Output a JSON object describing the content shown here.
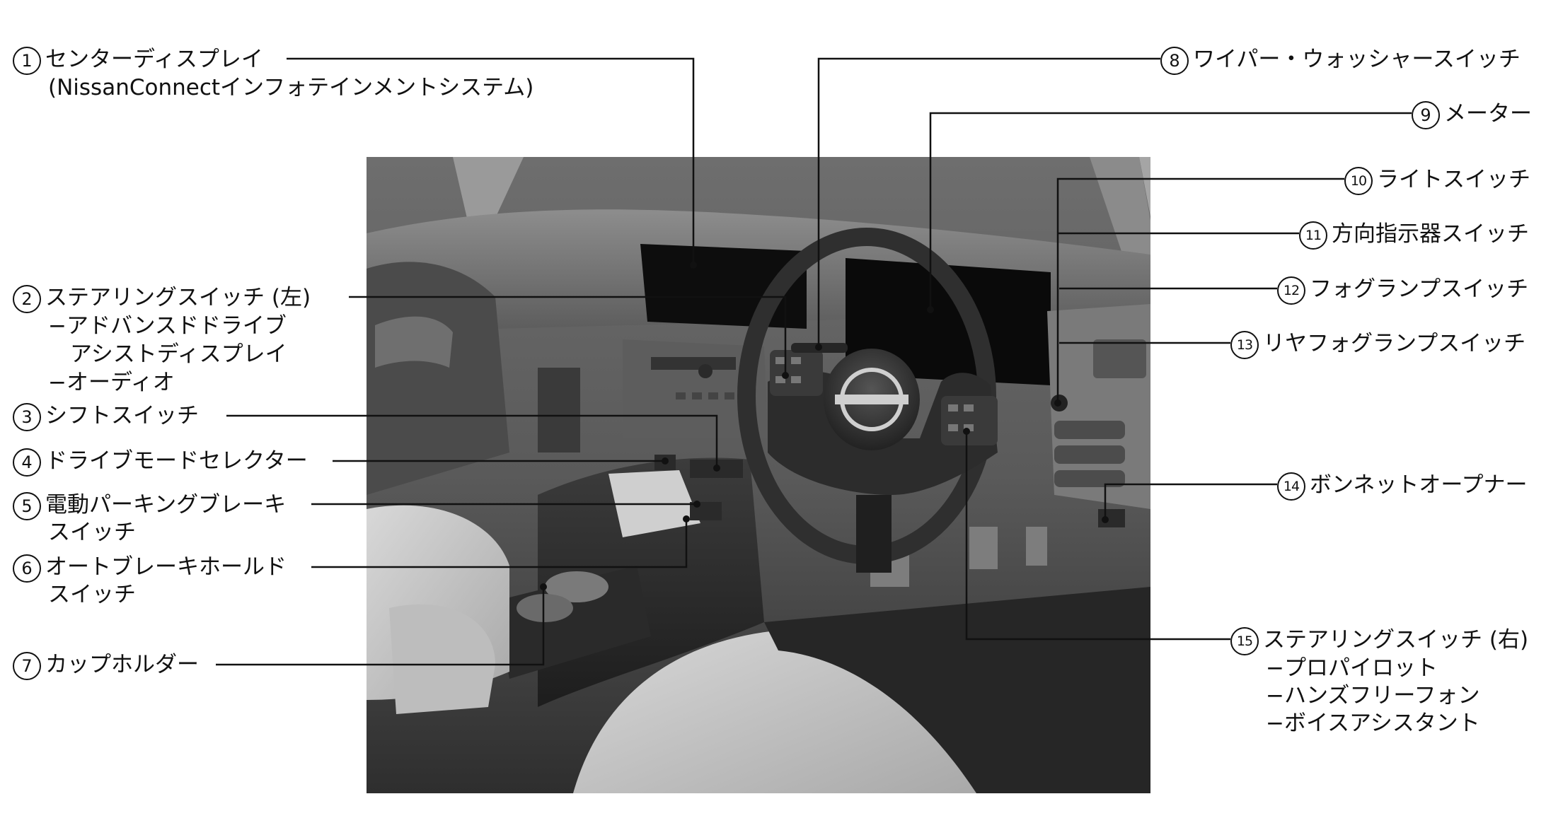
{
  "callouts": [
    {
      "num": "1",
      "lines": [
        "センターディスプレイ",
        "(NissanConnectインフォテインメントシステム)"
      ]
    },
    {
      "num": "2",
      "lines": [
        "ステアリングスイッチ (左)",
        "−アドバンスドドライブ",
        "　アシストディスプレイ",
        "−オーディオ"
      ]
    },
    {
      "num": "3",
      "lines": [
        "シフトスイッチ"
      ]
    },
    {
      "num": "4",
      "lines": [
        "ドライブモードセレクター"
      ]
    },
    {
      "num": "5",
      "lines": [
        "電動パーキングブレーキ",
        "スイッチ"
      ]
    },
    {
      "num": "6",
      "lines": [
        "オートブレーキホールド",
        "スイッチ"
      ]
    },
    {
      "num": "7",
      "lines": [
        "カップホルダー"
      ]
    },
    {
      "num": "8",
      "lines": [
        "ワイパー・ウォッシャースイッチ"
      ]
    },
    {
      "num": "9",
      "lines": [
        "メーター"
      ]
    },
    {
      "num": "10",
      "lines": [
        "ライトスイッチ"
      ]
    },
    {
      "num": "11",
      "lines": [
        "方向指示器スイッチ"
      ]
    },
    {
      "num": "12",
      "lines": [
        "フォグランプスイッチ"
      ]
    },
    {
      "num": "13",
      "lines": [
        "リヤフォグランプスイッチ"
      ]
    },
    {
      "num": "14",
      "lines": [
        "ボンネットオープナー"
      ]
    },
    {
      "num": "15",
      "lines": [
        "ステアリングスイッチ (右)",
        "−プロパイロット",
        "−ハンズフリーフォン",
        "−ボイスアシスタント"
      ]
    }
  ]
}
